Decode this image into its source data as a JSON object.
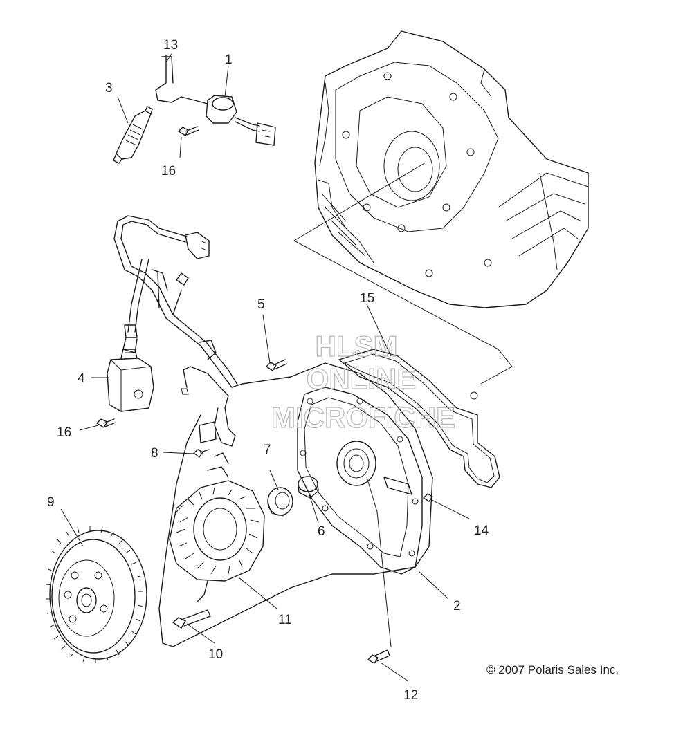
{
  "callouts": [
    {
      "id": "c1",
      "label": "1"
    },
    {
      "id": "c2",
      "label": "2"
    },
    {
      "id": "c3",
      "label": "3"
    },
    {
      "id": "c4",
      "label": "4"
    },
    {
      "id": "c5",
      "label": "5"
    },
    {
      "id": "c6",
      "label": "6"
    },
    {
      "id": "c7",
      "label": "7"
    },
    {
      "id": "c8",
      "label": "8"
    },
    {
      "id": "c9",
      "label": "9"
    },
    {
      "id": "c10",
      "label": "10"
    },
    {
      "id": "c11",
      "label": "11"
    },
    {
      "id": "c12",
      "label": "12"
    },
    {
      "id": "c13",
      "label": "13"
    },
    {
      "id": "c14",
      "label": "14"
    },
    {
      "id": "c15",
      "label": "15"
    },
    {
      "id": "c16a",
      "label": "16"
    },
    {
      "id": "c16b",
      "label": "16"
    }
  ],
  "watermark": {
    "line1": "HLSM",
    "line2": "ONLINE",
    "line3": "MICROFICHE"
  },
  "copyright": "© 2007 Polaris Sales Inc."
}
